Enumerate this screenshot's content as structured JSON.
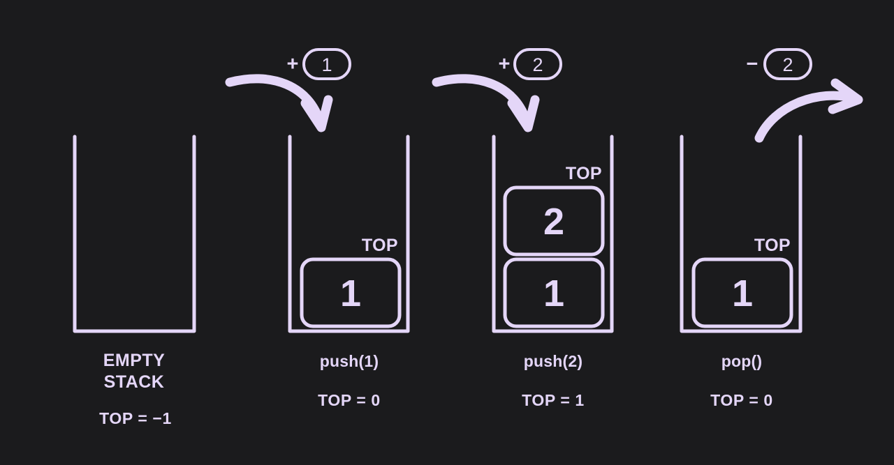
{
  "meta": {
    "title": "Stack push and pop operations",
    "background_color": "#1b1b1d",
    "accent_color": "#e4d6f8"
  },
  "stacks": [
    {
      "id": "empty-stack",
      "caption_line1": "EMPTY",
      "caption_line2": "STACK",
      "top_label": "TOP = −1",
      "top_marker": "",
      "cells": [],
      "operation": null
    },
    {
      "id": "push-1-stack",
      "caption_line1": "push(1)",
      "caption_line2": "",
      "top_label": "TOP = 0",
      "top_marker": "TOP",
      "cells": [
        "1"
      ],
      "operation": {
        "sign": "+",
        "value": "1",
        "kind": "push"
      }
    },
    {
      "id": "push-2-stack",
      "caption_line1": "push(2)",
      "caption_line2": "",
      "top_label": "TOP = 1",
      "top_marker": "TOP",
      "cells": [
        "2",
        "1"
      ],
      "operation": {
        "sign": "+",
        "value": "2",
        "kind": "push"
      }
    },
    {
      "id": "pop-stack",
      "caption_line1": "pop()",
      "caption_line2": "",
      "top_label": "TOP = 0",
      "top_marker": "TOP",
      "cells": [
        "1"
      ],
      "operation": {
        "sign": "−",
        "value": "2",
        "kind": "pop"
      }
    }
  ]
}
